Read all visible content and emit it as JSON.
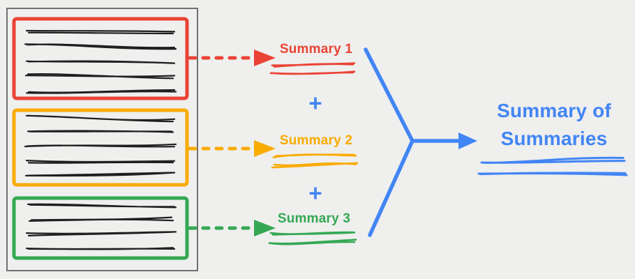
{
  "diagram": {
    "title": "document map-reduce summarization flow",
    "summaries": [
      {
        "label": "Summary 1",
        "color": "#ea4335"
      },
      {
        "label": "Summary 2",
        "color": "#f9ab00"
      },
      {
        "label": "Summary 3",
        "color": "#34a853"
      }
    ],
    "operators": {
      "plus": "+"
    },
    "result": {
      "label": "Summary of Summaries",
      "color": "#4285f4"
    }
  },
  "colors": {
    "red": "#ea4335",
    "orange": "#f9ab00",
    "green": "#34a853",
    "blue": "#4285f4",
    "ink": "#1f1f1f",
    "frame": "#6f6f6f",
    "background": "#efefee"
  }
}
